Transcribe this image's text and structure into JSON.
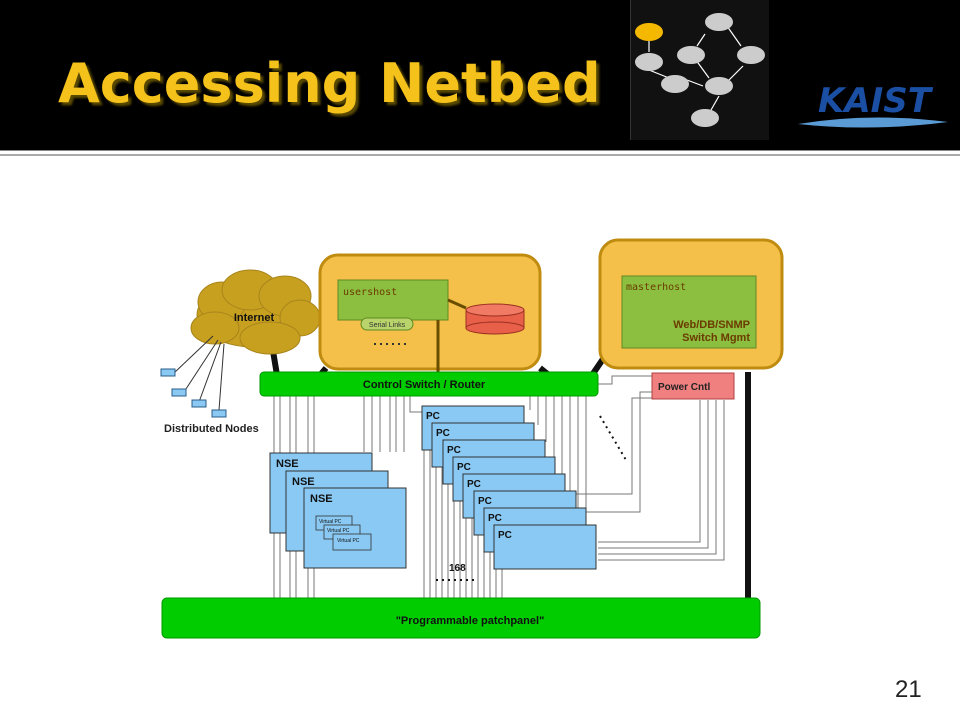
{
  "slide": {
    "title": "Accessing Netbed",
    "page_number": "21",
    "logo_text": "KAIST"
  },
  "colors": {
    "title": "#f5c21b",
    "header_bg": "#000000",
    "switch_green": "#00cc00",
    "host_panel": "#f5c04a",
    "host_green": "#8cbf3f",
    "node_blue": "#89c9f4",
    "power_red": "#f08080",
    "disk_red": "#e8604a",
    "cloud": "#c8a020",
    "graph_node_active": "#f5b800",
    "graph_node": "#cccccc"
  },
  "diagram": {
    "internet": "Internet",
    "distributed_nodes": "Distributed Nodes",
    "usershost": "usershost",
    "serial_links": "Serial Links",
    "masterhost": "masterhost",
    "masterhost_desc_1": "Web/DB/SNMP",
    "masterhost_desc_2": "Switch Mgmt",
    "control_switch": "Control Switch / Router",
    "power_cntl": "Power Cntl",
    "nse_label": "NSE",
    "virtual_pc": "Virtual PC",
    "pc_label": "PC",
    "pc_count": "168",
    "patchpanel": "\"Programmable patchpanel\""
  }
}
